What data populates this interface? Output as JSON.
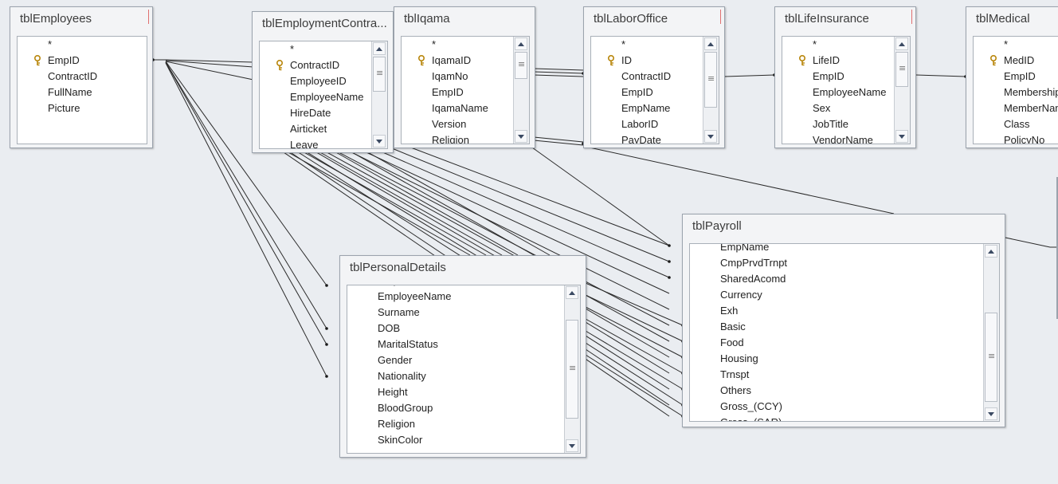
{
  "tables": {
    "employees": {
      "title": "tblEmployees",
      "fields": [
        "*",
        "EmpID",
        "ContractID",
        "FullName",
        "Picture"
      ]
    },
    "contract": {
      "title": "tblEmploymentContra...",
      "fields": [
        "*",
        "ContractID",
        "EmployeeID",
        "EmployeeName",
        "HireDate",
        "Airticket",
        "Leave"
      ]
    },
    "iqama": {
      "title": "tblIqama",
      "fields": [
        "*",
        "IqamaID",
        "IqamNo",
        "EmpID",
        "IqamaName",
        "Version",
        "Religion"
      ]
    },
    "labor": {
      "title": "tblLaborOffice",
      "fields": [
        "*",
        "ID",
        "ContractID",
        "EmpID",
        "EmpName",
        "LaborID",
        "PayDate"
      ]
    },
    "life": {
      "title": "tblLifeInsurance",
      "fields": [
        "*",
        "LifeID",
        "EmpID",
        "EmployeeName",
        "Sex",
        "JobTitle",
        "VendorName"
      ]
    },
    "medical": {
      "title": "tblMedical",
      "fields": [
        "*",
        "MedID",
        "EmpID",
        "Membership",
        "MemberName",
        "Class",
        "PolicyNo"
      ]
    },
    "personal": {
      "title": "tblPersonalDetails",
      "fields": [
        "EmpID",
        "EmployeeName",
        "Surname",
        "DOB",
        "MaritalStatus",
        "Gender",
        "Nationality",
        "Height",
        "BloodGroup",
        "Religion",
        "SkinColor"
      ]
    },
    "payroll": {
      "title": "tblPayroll",
      "fields": [
        "EmpName",
        "CmpPrvdTrnpt",
        "SharedAcomd",
        "Currency",
        "Exh",
        "Basic",
        "Food",
        "Housing",
        "Trnspt",
        "Others",
        "Gross_(CCY)",
        "Gross_(SAR)"
      ]
    }
  },
  "icons": {
    "primary_key": "key-icon",
    "scroll_up": "scroll-up-arrow-icon",
    "scroll_down": "scroll-down-arrow-icon"
  }
}
